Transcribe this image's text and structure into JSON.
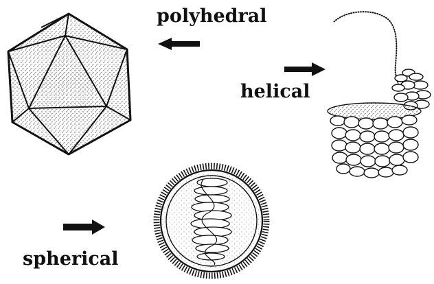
{
  "labels": {
    "polyhedral": "polyhedral",
    "helical": "helical",
    "spherical": "spherical"
  },
  "colors": {
    "ink": "#111111",
    "stipple": "#4a4a4a",
    "background": "#ffffff"
  },
  "icons": [
    "arrow-left-icon",
    "arrow-right-icon",
    "icosahedron-virus",
    "helical-virus",
    "spherical-virus"
  ]
}
